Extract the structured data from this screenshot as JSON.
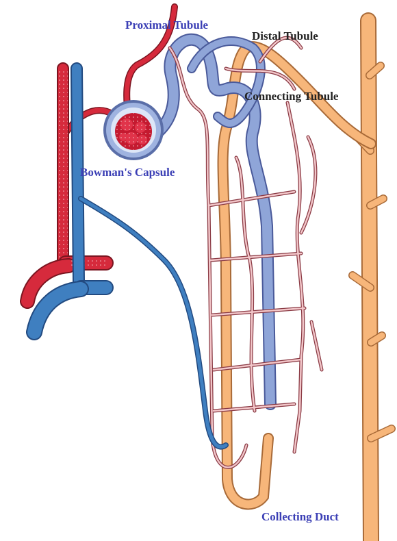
{
  "labels": {
    "proximal_tubule": "Proximal Tubule",
    "distal_tubule": "Distal Tubule",
    "connecting_tubule": "Connecting Tubule",
    "bowmans_capsule": "Bowman's Capsule",
    "collecting_duct": "Collecting Duct"
  },
  "colors": {
    "artery": "#d62a3c",
    "vein": "#3f7fc0",
    "capillary": "#e8a0a6",
    "tubule_blue": "#8fa5d8",
    "collecting": "#f7b67a",
    "label_blue": "#3b3fb5",
    "label_dark": "#222222"
  }
}
